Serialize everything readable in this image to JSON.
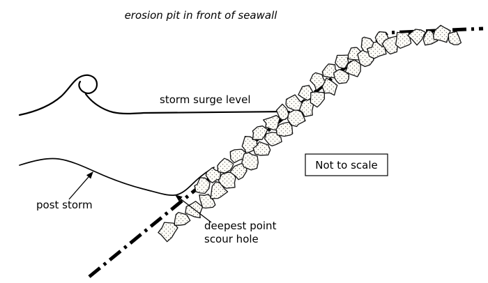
{
  "title": "erosion pit in front of seawall",
  "labels": {
    "storm_surge": "storm surge level",
    "post_storm": "post storm",
    "deepest_line1": "deepest point",
    "deepest_line2": "scour hole",
    "not_to_scale": "Not to scale"
  },
  "colors": {
    "ink": "#000000",
    "background": "#ffffff",
    "rock_fill": "#fdfcf7",
    "rock_dot": "#6b6b6b"
  }
}
